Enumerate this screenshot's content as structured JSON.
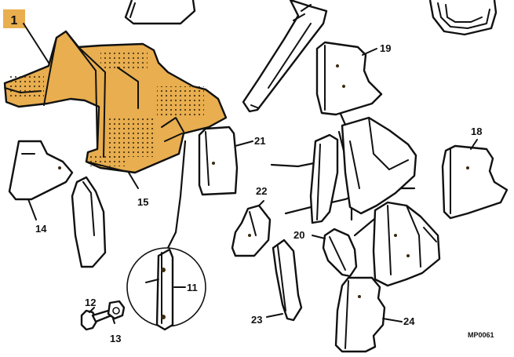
{
  "diagram": {
    "highlight_color": "#E8AE4F",
    "outline_color": "#111111",
    "highlight_badge": "1",
    "callouts": {
      "c11": "11",
      "c12": "12",
      "c13": "13",
      "c14": "14",
      "c15": "15",
      "c18": "18",
      "c19": "19",
      "c20": "20",
      "c21": "21",
      "c22": "22",
      "c23": "23",
      "c24": "24"
    },
    "figure_code": "MP0061"
  }
}
